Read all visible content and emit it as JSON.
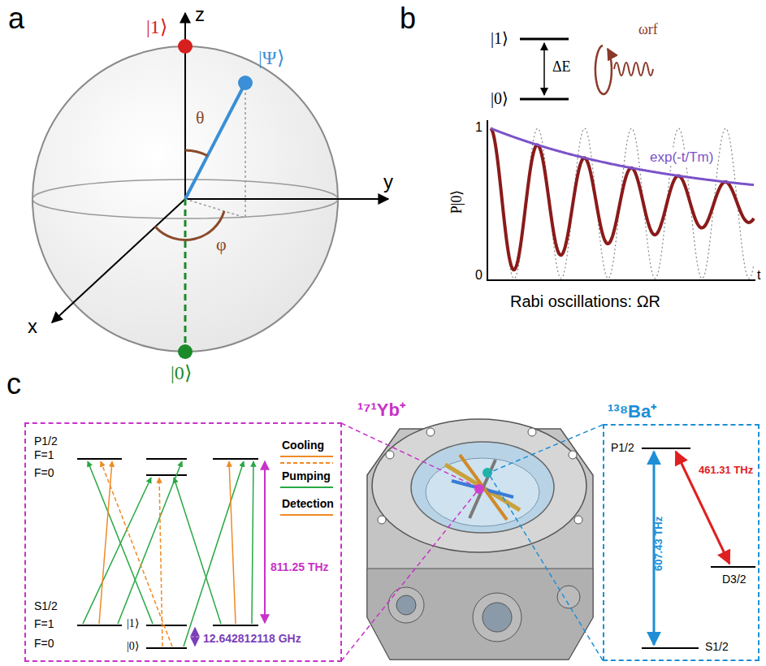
{
  "diagram": {
    "nodes": [
      {
        "text": [
          "¹⁷¹Yb⁺",
          "P1/2",
          "F=1",
          "F=0",
          "S1/2",
          "F=1",
          "F=0",
          "|1⟩",
          "|0⟩",
          "12.642812118 GHz",
          "811.25 THz"
        ]
      },
      {
        "text": [
          "¹³⁸Ba⁺",
          "P1/2",
          "461.31 THz",
          "D3/2",
          "607.43 THz",
          "S1/2"
        ]
      }
    ],
    "labels": [
      "a",
      "|1⟩",
      "z",
      "|Ψ⟩",
      "θ",
      "y",
      "φ",
      "x",
      "|0⟩",
      "b",
      "|1⟩",
      "ΔE",
      "ωrf",
      "|0⟩",
      "1",
      "P|0⟩",
      "exp(-t/Tm)",
      "0",
      "t",
      "Rabi oscillations: ΩR",
      "c"
    ],
    "legend": [
      {
        "text": "Cooling"
      },
      {
        "text": "Pumping"
      },
      {
        "text": "Detection"
      }
    ]
  }
}
